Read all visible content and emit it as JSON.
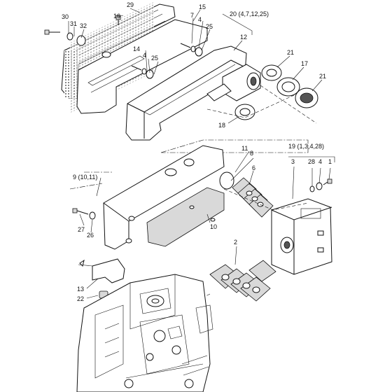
{
  "labels": {
    "l1": "1",
    "l2": "2",
    "l3": "3",
    "l4a": "4",
    "l4b": "4",
    "l4c": "4",
    "l6": "6",
    "l7": "7",
    "l8": "8",
    "l9": "9 (10,11)",
    "l10": "10",
    "l11": "11",
    "l12": "12",
    "l13": "13",
    "l14": "14",
    "l15": "15",
    "l16": "16",
    "l17": "17",
    "l18": "18",
    "l19": "19 (1,3,4,28)",
    "l20": "20 (4,7,12,25)",
    "l21a": "21",
    "l21b": "21",
    "l22": "22",
    "l25a": "25",
    "l25b": "25",
    "l26": "26",
    "l27": "27",
    "l28": "28",
    "l29": "29",
    "l30": "30",
    "l31": "31",
    "l32": "32"
  }
}
